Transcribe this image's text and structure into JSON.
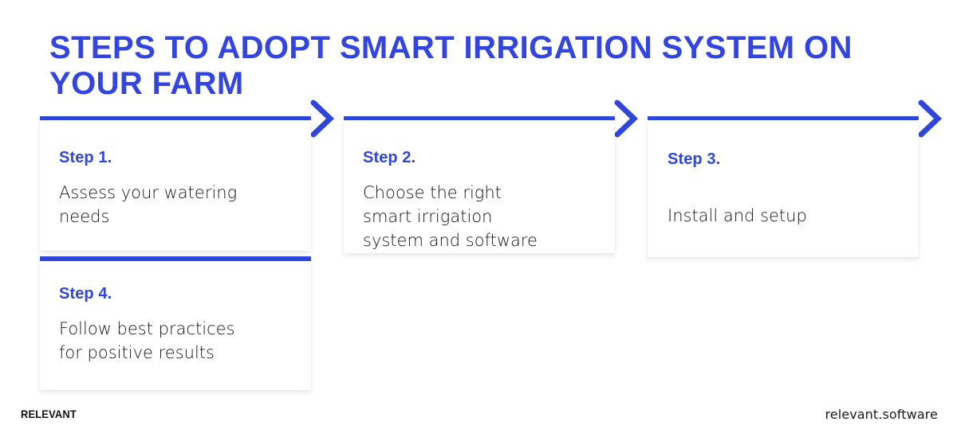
{
  "meta": {
    "background_color": "#ffffff",
    "accent_blue": "#2f46dd",
    "title_blue": "#3244e2",
    "body_text_color": "#151515"
  },
  "title": "Steps to adopt smart irrigation system on\nyour farm",
  "steps": [
    {
      "label": "Step 1.",
      "body": "Assess your watering\nneeds",
      "icon": "arrow-right-icon"
    },
    {
      "label": "Step 2.",
      "body": "Choose the right\nsmart irrigation\nsystem and software",
      "icon": "arrow-right-icon"
    },
    {
      "label": "Step 3.",
      "body": "Install and setup",
      "icon": "arrow-right-icon"
    },
    {
      "label": "Step 4.",
      "body": "Follow best practices\nfor positive results",
      "icon": ""
    }
  ],
  "footer": {
    "brand": "RELEVANT",
    "site": "relevant.software"
  }
}
